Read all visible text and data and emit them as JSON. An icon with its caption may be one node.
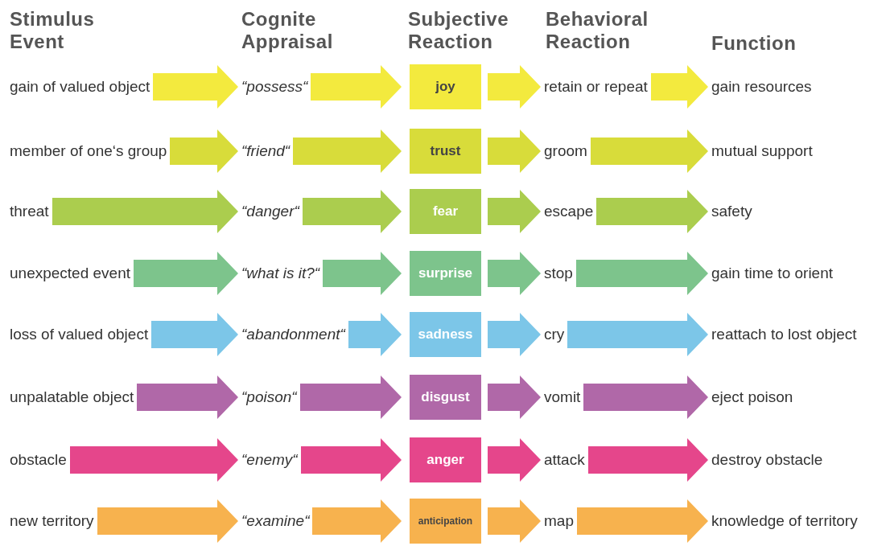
{
  "diagram": {
    "nodes": [
      {
        "text": [
          "gain of valued object"
        ]
      },
      {
        "text": [
          "“possess“"
        ]
      },
      {
        "text": [
          "joy"
        ]
      },
      {
        "text": [
          "retain or repeat"
        ]
      },
      {
        "text": [
          "gain resources"
        ]
      },
      {
        "text": [
          "member of one‘s group"
        ]
      },
      {
        "text": [
          "“friend“"
        ]
      },
      {
        "text": [
          "trust"
        ]
      },
      {
        "text": [
          "groom"
        ]
      },
      {
        "text": [
          "mutual support"
        ]
      },
      {
        "text": [
          "threat"
        ]
      },
      {
        "text": [
          "“danger“"
        ]
      },
      {
        "text": [
          "fear"
        ]
      },
      {
        "text": [
          "escape"
        ]
      },
      {
        "text": [
          "safety"
        ]
      },
      {
        "text": [
          "unexpected event"
        ]
      },
      {
        "text": [
          "“what is it?“"
        ]
      },
      {
        "text": [
          "surprise"
        ]
      },
      {
        "text": [
          "stop"
        ]
      },
      {
        "text": [
          "gain time to orient"
        ]
      },
      {
        "text": [
          "loss of valued object"
        ]
      },
      {
        "text": [
          "“abandonment“"
        ]
      },
      {
        "text": [
          "sadness"
        ]
      },
      {
        "text": [
          "cry"
        ]
      },
      {
        "text": [
          "reattach to lost object"
        ]
      },
      {
        "text": [
          "unpalatable object"
        ]
      },
      {
        "text": [
          "“poison“"
        ]
      },
      {
        "text": [
          "disgust"
        ]
      },
      {
        "text": [
          "vomit"
        ]
      },
      {
        "text": [
          "eject poison"
        ]
      },
      {
        "text": [
          "obstacle"
        ]
      },
      {
        "text": [
          "“enemy“"
        ]
      },
      {
        "text": [
          "anger"
        ]
      },
      {
        "text": [
          "attack"
        ]
      },
      {
        "text": [
          "destroy obstacle"
        ]
      },
      {
        "text": [
          "new territory"
        ]
      },
      {
        "text": [
          "“examine“"
        ]
      },
      {
        "text": [
          "anticipation"
        ]
      },
      {
        "text": [
          "map"
        ]
      },
      {
        "text": [
          "knowledge of territory"
        ]
      }
    ],
    "edges": [
      {
        "from": 0,
        "to": 1,
        "arrow": "to",
        "color": "#f3ea3e"
      },
      {
        "from": 1,
        "to": 2,
        "arrow": "to",
        "color": "#f3ea3e"
      },
      {
        "from": 2,
        "to": 3,
        "arrow": "to",
        "color": "#f3ea3e"
      },
      {
        "from": 3,
        "to": 4,
        "arrow": "to",
        "color": "#f3ea3e"
      },
      {
        "from": 5,
        "to": 6,
        "arrow": "to",
        "color": "#d8dc3a"
      },
      {
        "from": 6,
        "to": 7,
        "arrow": "to",
        "color": "#d8dc3a"
      },
      {
        "from": 7,
        "to": 8,
        "arrow": "to",
        "color": "#d8dc3a"
      },
      {
        "from": 8,
        "to": 9,
        "arrow": "to",
        "color": "#d8dc3a"
      },
      {
        "from": 10,
        "to": 11,
        "arrow": "to",
        "color": "#abcd4e"
      },
      {
        "from": 11,
        "to": 12,
        "arrow": "to",
        "color": "#abcd4e"
      },
      {
        "from": 12,
        "to": 13,
        "arrow": "to",
        "color": "#abcd4e"
      },
      {
        "from": 13,
        "to": 14,
        "arrow": "to",
        "color": "#abcd4e"
      },
      {
        "from": 15,
        "to": 16,
        "arrow": "to",
        "color": "#7dc48c"
      },
      {
        "from": 16,
        "to": 17,
        "arrow": "to",
        "color": "#7dc48c"
      },
      {
        "from": 17,
        "to": 18,
        "arrow": "to",
        "color": "#7dc48c"
      },
      {
        "from": 18,
        "to": 19,
        "arrow": "to",
        "color": "#7dc48c"
      },
      {
        "from": 20,
        "to": 21,
        "arrow": "to",
        "color": "#7cc6e8"
      },
      {
        "from": 21,
        "to": 22,
        "arrow": "to",
        "color": "#7cc6e8"
      },
      {
        "from": 22,
        "to": 23,
        "arrow": "to",
        "color": "#7cc6e8"
      },
      {
        "from": 23,
        "to": 24,
        "arrow": "to",
        "color": "#7cc6e8"
      },
      {
        "from": 25,
        "to": 26,
        "arrow": "to",
        "color": "#b068a8"
      },
      {
        "from": 26,
        "to": 27,
        "arrow": "to",
        "color": "#b068a8"
      },
      {
        "from": 27,
        "to": 28,
        "arrow": "to",
        "color": "#b068a8"
      },
      {
        "from": 28,
        "to": 29,
        "arrow": "to",
        "color": "#b068a8"
      },
      {
        "from": 30,
        "to": 31,
        "arrow": "to",
        "color": "#e5468b"
      },
      {
        "from": 31,
        "to": 32,
        "arrow": "to",
        "color": "#e5468b"
      },
      {
        "from": 32,
        "to": 33,
        "arrow": "to",
        "color": "#e5468b"
      },
      {
        "from": 33,
        "to": 34,
        "arrow": "to",
        "color": "#e5468b"
      },
      {
        "from": 35,
        "to": 36,
        "arrow": "to",
        "color": "#f7b24e"
      },
      {
        "from": 36,
        "to": 37,
        "arrow": "to",
        "color": "#f7b24e"
      },
      {
        "from": 37,
        "to": 38,
        "arrow": "to",
        "color": "#f7b24e"
      },
      {
        "from": 38,
        "to": 39,
        "arrow": "to",
        "color": "#f7b24e"
      }
    ],
    "labels": [
      "Stimulus Event",
      "Cognite Appraisal",
      "Subjective Reaction",
      "Behavioral Reaction",
      "Function"
    ]
  }
}
